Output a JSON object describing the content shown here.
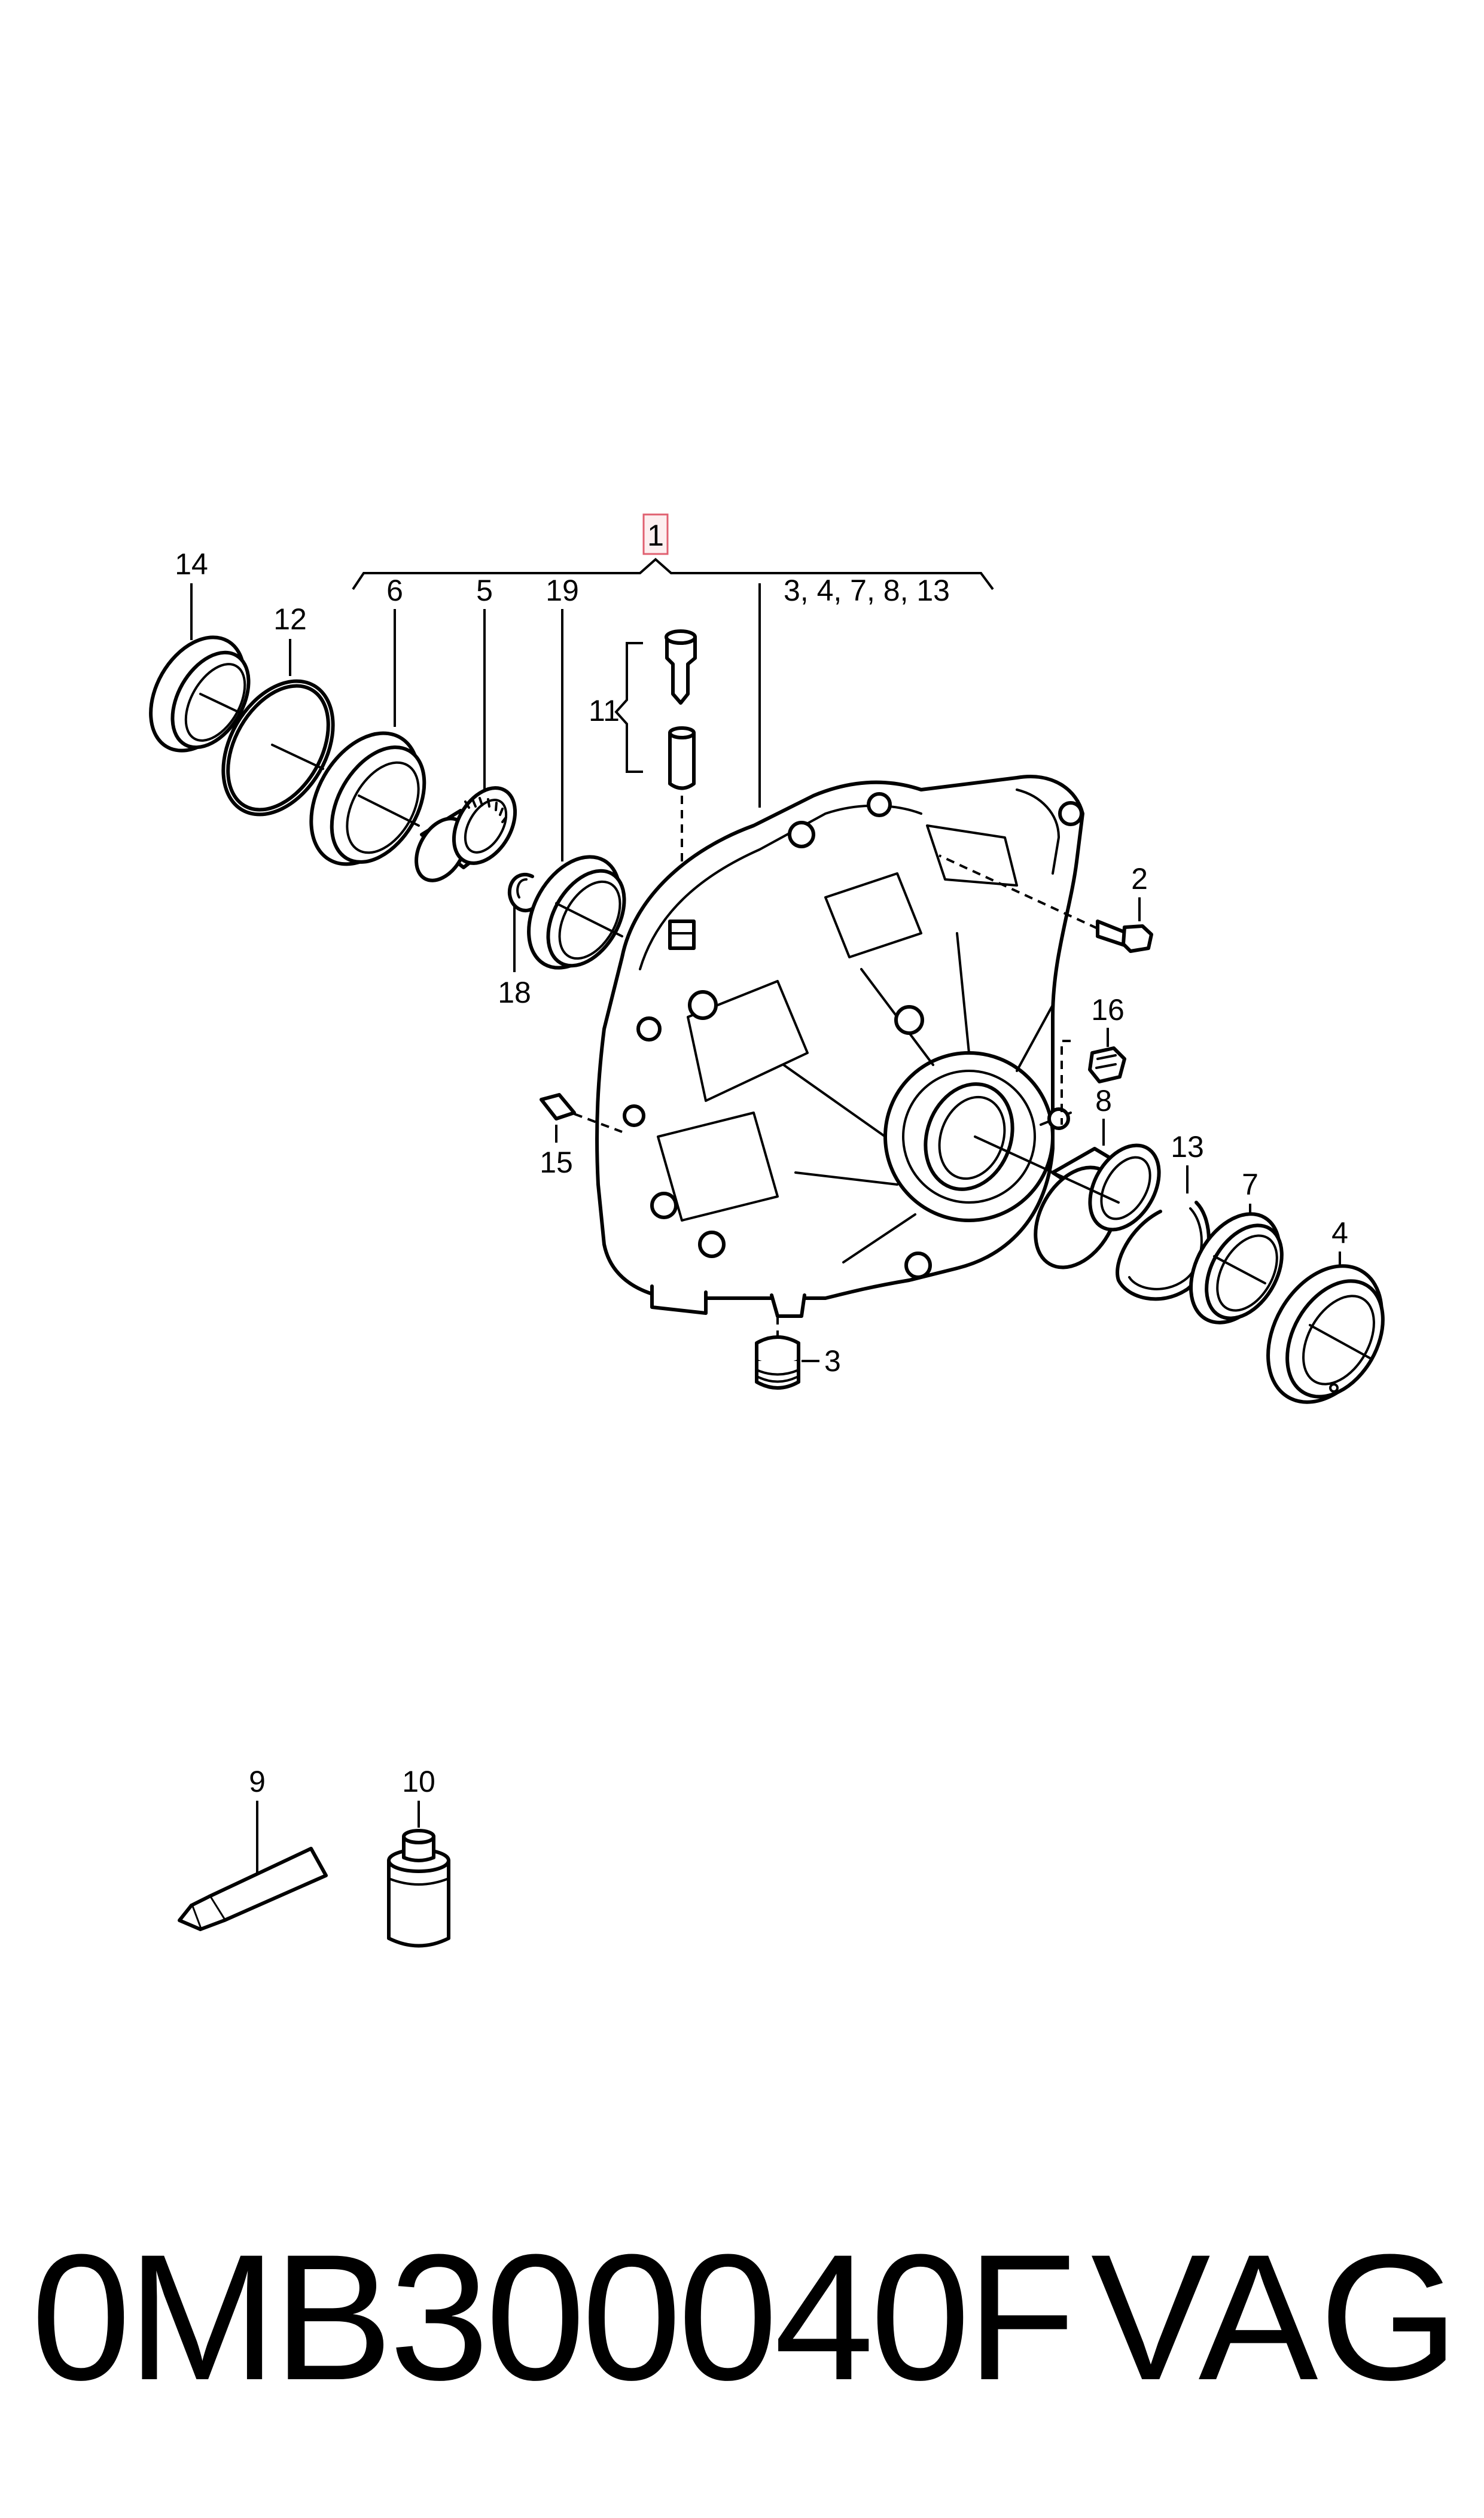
{
  "callouts": {
    "c1": "1",
    "group_right": "3, 4, 7, 8, 13",
    "c2": "2",
    "c3": "3",
    "c4": "4",
    "c5": "5",
    "c6": "6",
    "c7": "7",
    "c8": "8",
    "c9": "9",
    "c10": "10",
    "c11": "11",
    "c12": "12",
    "c13": "13",
    "c14": "14",
    "c15": "15",
    "c16": "16",
    "c18": "18",
    "c19": "19"
  },
  "footer": {
    "part_number": "0MB300040F",
    "brand": "VAG"
  },
  "colors": {
    "line": "#000000",
    "highlight_box": "#e06070",
    "highlight_fill": "#fdeff0"
  }
}
